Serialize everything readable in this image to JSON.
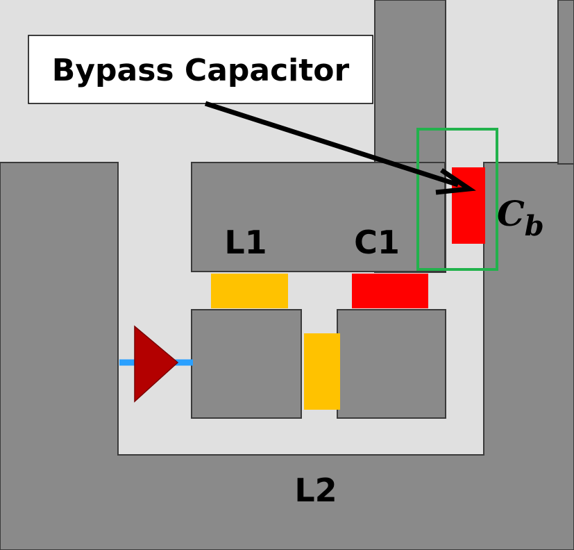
{
  "callout": {
    "text": "Bypass Capacitor"
  },
  "labels": {
    "l1": "L1",
    "c1": "C1",
    "l2": "L2",
    "cb_main": "C",
    "cb_sub": "b"
  },
  "colors": {
    "background": "#e0e0e0",
    "metal": "#8a8a8a",
    "outline": "#3a3a3a",
    "inductor": "#ffc200",
    "capacitor": "#ff0000",
    "highlight_box": "#22b24c",
    "port_line": "#2aa0ff",
    "port_triangle": "#b30000"
  }
}
